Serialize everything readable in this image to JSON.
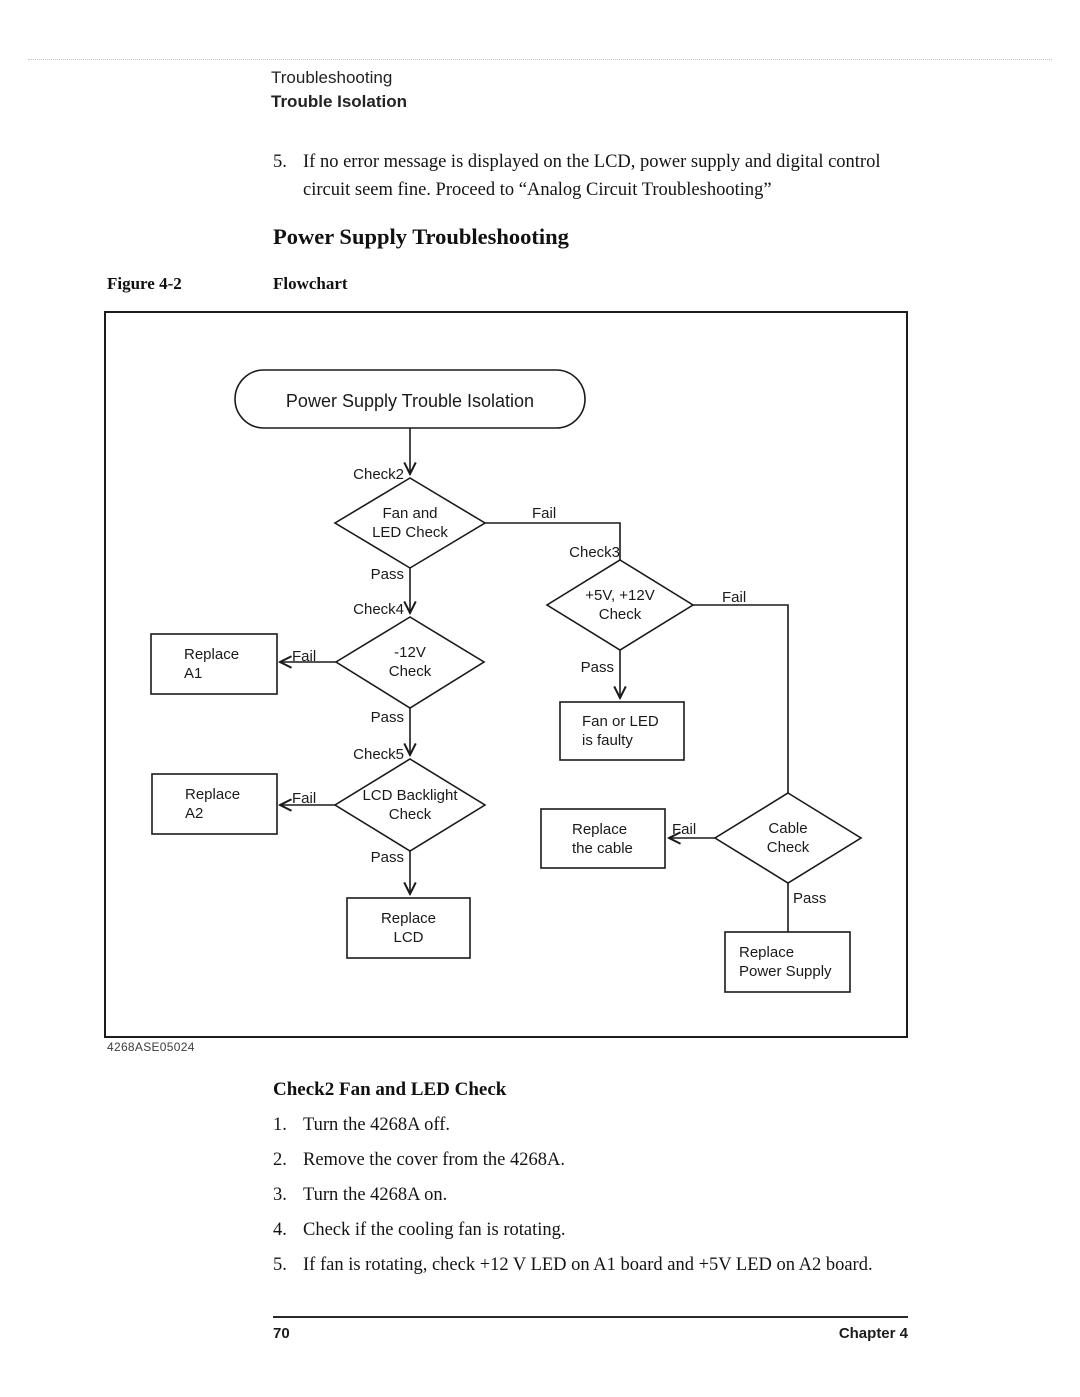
{
  "header": {
    "doc_title": "Troubleshooting",
    "doc_subtitle": "Trouble Isolation"
  },
  "intro_step": {
    "marker": "5.",
    "line1": "If no error message is displayed on the LCD, power supply and digital control",
    "line2": "circuit seem fine. Proceed to “Analog Circuit Troubleshooting”"
  },
  "section": {
    "title": "Power Supply Troubleshooting",
    "figure_label": "Figure 4-2",
    "figure_caption": "Flowchart",
    "figure_code": "4268ASE05024"
  },
  "flowchart": {
    "start": "Power Supply Trouble Isolation",
    "decisions": {
      "fan_led": {
        "tag": "Check2",
        "label": "Fan and\nLED Check",
        "pass": "Pass",
        "fail": "Fail"
      },
      "minus12v": {
        "tag": "Check4",
        "label": "-12V\nCheck",
        "pass": "Pass",
        "fail": "Fail"
      },
      "lcd_backlight": {
        "tag": "Check5",
        "label": "LCD Backlight\nCheck",
        "pass": "Pass",
        "fail": "Fail"
      },
      "v5_v12": {
        "tag": "Check3",
        "label": "+5V, +12V\nCheck",
        "pass": "Pass",
        "fail": "Fail"
      },
      "cable": {
        "label": "Cable\nCheck",
        "pass": "Pass",
        "fail": "Fail"
      }
    },
    "boxes": {
      "replace_a1": "Replace\nA1",
      "replace_a2": "Replace\nA2",
      "replace_lcd": "Replace\nLCD",
      "fan_led_faulty": "Fan or LED\nis faulty",
      "replace_cable": "Replace\nthe cable",
      "replace_psu": "Replace\nPower Supply"
    }
  },
  "subsection": {
    "title": "Check2 Fan and LED Check"
  },
  "steps": [
    {
      "num": "1.",
      "text": "Turn the 4268A off."
    },
    {
      "num": "2.",
      "text": "Remove the cover from the 4268A."
    },
    {
      "num": "3.",
      "text": "Turn the 4268A on."
    },
    {
      "num": "4.",
      "text": "Check if the cooling fan is rotating."
    },
    {
      "num": "5.",
      "text": "If fan is rotating, check +12 V LED on A1 board and +5V LED on A2 board."
    }
  ],
  "footer": {
    "page_number": "70",
    "chapter": "Chapter 4"
  }
}
